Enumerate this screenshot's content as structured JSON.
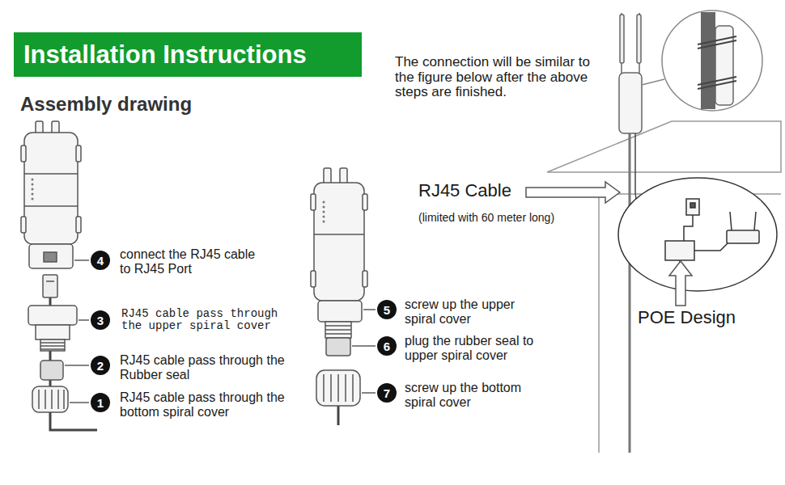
{
  "diagram": {
    "title": "Installation Instructions",
    "nodes": [
      {
        "text": [
          "4"
        ]
      },
      {
        "text": [
          "3"
        ]
      },
      {
        "text": [
          "2"
        ]
      },
      {
        "text": [
          "1"
        ]
      },
      {
        "text": [
          "5"
        ]
      },
      {
        "text": [
          "6"
        ]
      },
      {
        "text": [
          "7"
        ]
      }
    ],
    "labels": [
      "Assembly drawing",
      "connect the RJ45 cable to RJ45 Port",
      "RJ45 cable pass through the upper spiral cover",
      "RJ45 cable pass through the Rubber seal",
      "RJ45 cable pass through the bottom spiral cover",
      "screw up the upper spiral cover",
      "plug the rubber seal to upper spiral cover",
      "screw up the bottom spiral cover",
      "The connection will be similar to the figure below after the above steps are finished.",
      "RJ45 Cable",
      "(limited with 60 meter long)",
      "POE Design"
    ]
  }
}
